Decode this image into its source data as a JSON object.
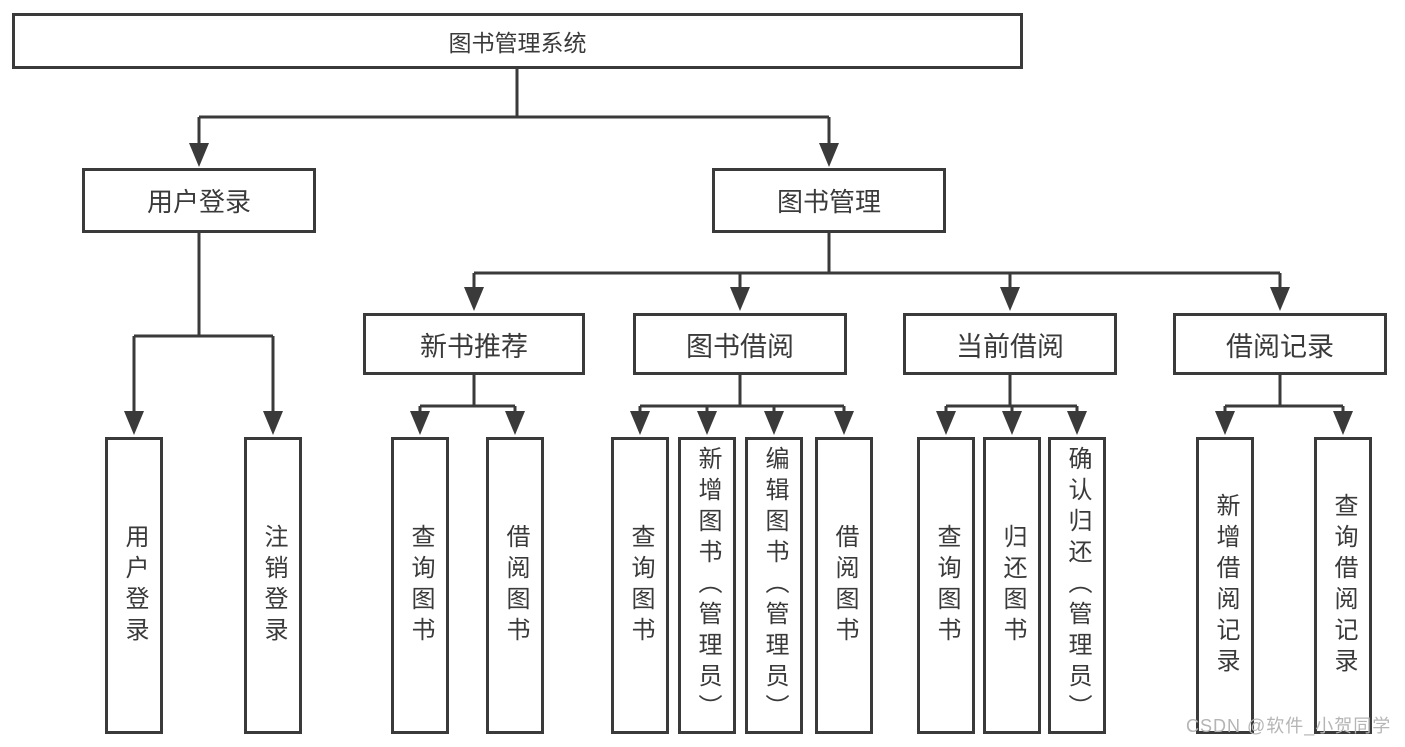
{
  "diagram_type": "hierarchy-tree",
  "structure": {
    "root": "图书管理系统",
    "children": [
      {
        "label": "用户登录",
        "children": [
          "用户登录",
          "注销登录"
        ]
      },
      {
        "label": "图书管理",
        "children": [
          {
            "label": "新书推荐",
            "children": [
              "查询图书",
              "借阅图书"
            ]
          },
          {
            "label": "图书借阅",
            "children": [
              "查询图书",
              "新增图书（管理员）",
              "编辑图书（管理员）",
              "借阅图书"
            ]
          },
          {
            "label": "当前借阅",
            "children": [
              "查询图书",
              "归还图书",
              "确认归还（管理员）"
            ]
          },
          {
            "label": "借阅记录",
            "children": [
              "新增借阅记录",
              "查询借阅记录"
            ]
          }
        ]
      }
    ]
  },
  "watermark": {
    "text": "CSDN @软件_小贺同学"
  },
  "colors": {
    "line": "#3a3a3a",
    "box_border": "#3a3a3a",
    "box_fill": "#ffffff",
    "text": "#3a3a3a",
    "watermark": "#b5b5b5",
    "background": "#ffffff"
  }
}
